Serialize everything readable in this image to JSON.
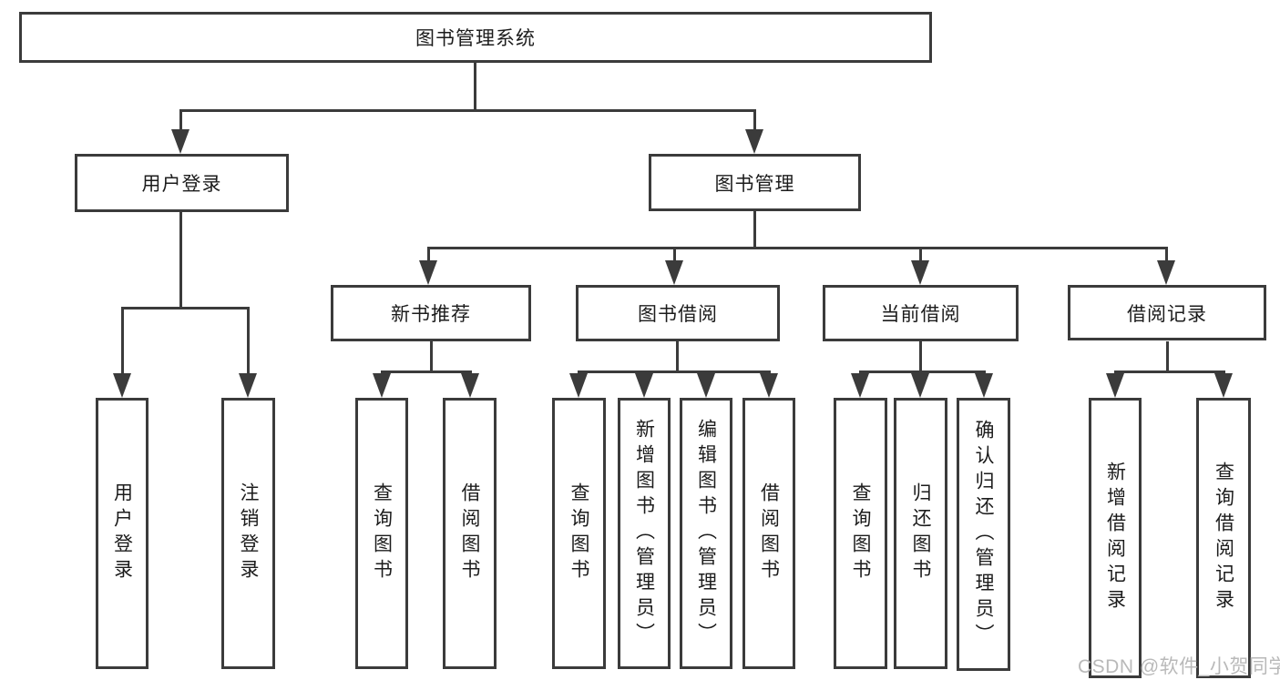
{
  "diagram": {
    "watermark": "CSDN @软件_小贺同学",
    "colors": {
      "line": "#3b3b3b",
      "text": "#1c1c1c",
      "watermark": "#b9b9b9",
      "background": "#ffffff"
    },
    "nodes": {
      "root": {
        "label": "图书管理系统"
      },
      "user_login": {
        "label": "用户登录"
      },
      "book_mgmt": {
        "label": "图书管理"
      },
      "new_book_rec": {
        "label": "新书推荐"
      },
      "book_borrow": {
        "label": "图书借阅"
      },
      "current_borrow": {
        "label": "当前借阅"
      },
      "borrow_records": {
        "label": "借阅记录"
      },
      "leaf_user_login": {
        "label": "用户登录"
      },
      "leaf_logout_login": {
        "label": "注销登录"
      },
      "leaf_rec_query_books": {
        "label": "查询图书"
      },
      "leaf_rec_borrow_books": {
        "label": "借阅图书"
      },
      "leaf_bb_query_books": {
        "label": "查询图书"
      },
      "leaf_bb_add_books": {
        "label": "新增图书（管理员）"
      },
      "leaf_bb_edit_books": {
        "label": "编辑图书（管理员）"
      },
      "leaf_bb_borrow_books": {
        "label": "借阅图书"
      },
      "leaf_cb_query_books": {
        "label": "查询图书"
      },
      "leaf_cb_return_books": {
        "label": "归还图书"
      },
      "leaf_cb_confirm_return": {
        "label": "确认归还（管理员）"
      },
      "leaf_br_add_record": {
        "label": "新增借阅记录"
      },
      "leaf_br_query_record": {
        "label": "查询借阅记录"
      }
    }
  }
}
